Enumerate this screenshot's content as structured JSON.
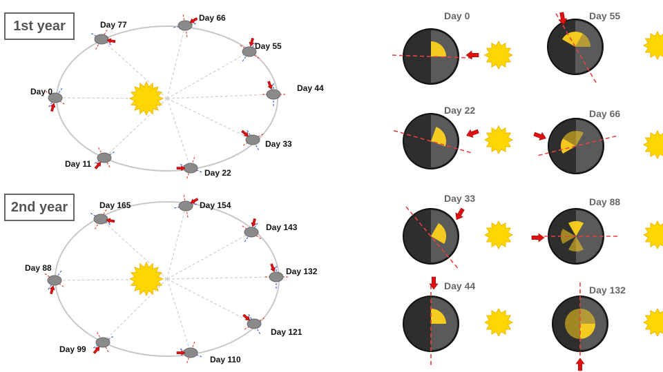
{
  "orbit_diagram": {
    "years": [
      {
        "label": "1st year",
        "days": [
          {
            "label": "Day 0"
          },
          {
            "label": "Day 11"
          },
          {
            "label": "Day 22"
          },
          {
            "label": "Day 33"
          },
          {
            "label": "Day 44"
          },
          {
            "label": "Day 55"
          },
          {
            "label": "Day 66"
          },
          {
            "label": "Day 77"
          }
        ]
      },
      {
        "label": "2nd year",
        "days": [
          {
            "label": "Day 88"
          },
          {
            "label": "Day 99"
          },
          {
            "label": "Day 110"
          },
          {
            "label": "Day 121"
          },
          {
            "label": "Day 132"
          },
          {
            "label": "Day 143"
          },
          {
            "label": "Day 154"
          },
          {
            "label": "Day 165"
          }
        ]
      }
    ]
  },
  "phase_panels": [
    {
      "label": "Day 0"
    },
    {
      "label": "Day 55"
    },
    {
      "label": "Day 22"
    },
    {
      "label": "Day 66"
    },
    {
      "label": "Day 33"
    },
    {
      "label": "Day 88"
    },
    {
      "label": "Day 44"
    },
    {
      "label": "Day 132"
    }
  ],
  "colors": {
    "orbit": "#c8c8c8",
    "sun_fill": "#ffd700",
    "sun_stroke": "#f0b800",
    "planet": "#8a8a8a",
    "axis_red": "#e84040",
    "axis_blue": "#4060e0",
    "arrow_red": "#dd1111",
    "label_gray": "#666666",
    "sector_yellow": "#ffd21e",
    "disk_dark": "#2e2e2e"
  }
}
